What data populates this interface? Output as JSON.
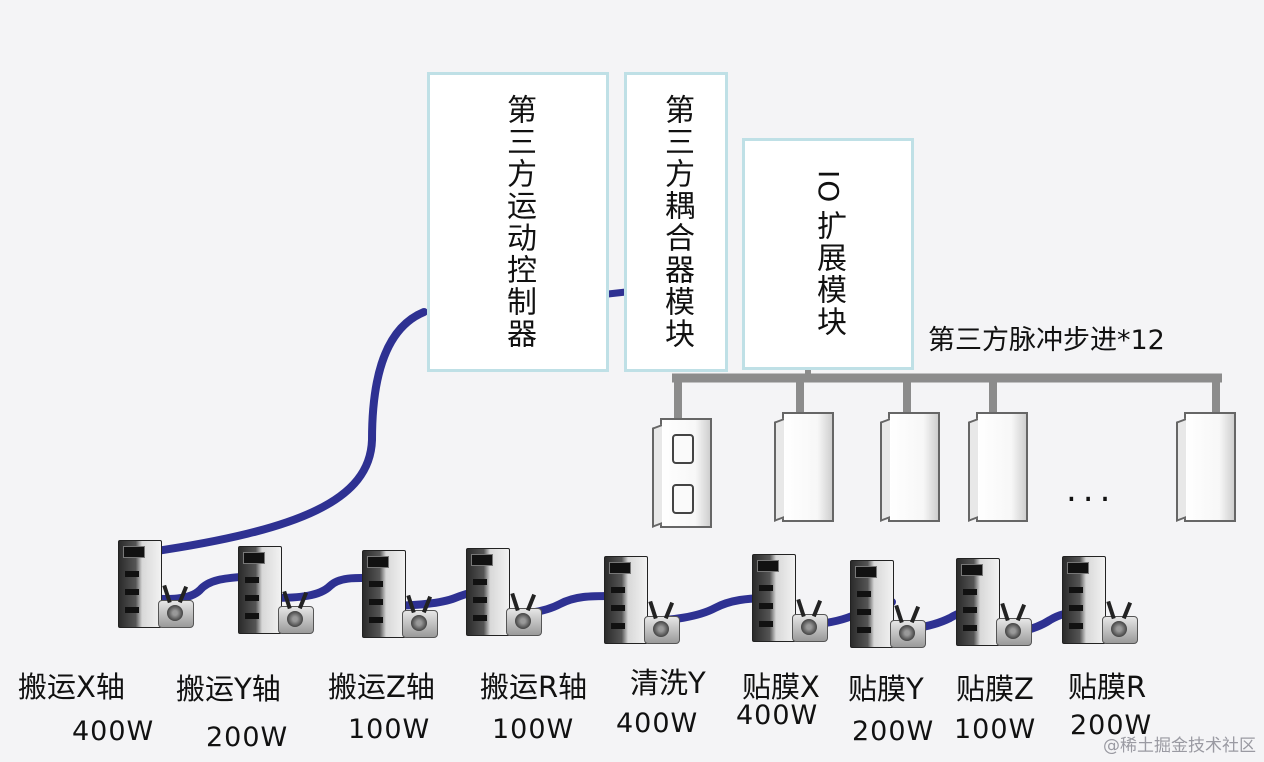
{
  "boxes": {
    "motion_controller": "第三方运动控制器",
    "coupler_module": "第三方耦合器模块",
    "io_module_prefix": "IO",
    "io_module_rest": "扩展模块"
  },
  "stepper_label": "第三方脉冲步进*12",
  "ellipsis": "...",
  "axes": [
    {
      "name": "搬运X轴",
      "power": "400W"
    },
    {
      "name": "搬运Y轴",
      "power": "200W"
    },
    {
      "name": "搬运Z轴",
      "power": "100W"
    },
    {
      "name": "搬运R轴",
      "power": "100W"
    },
    {
      "name": "清洗Y",
      "power": "400W"
    },
    {
      "name": "贴膜X",
      "power": "400W"
    },
    {
      "name": "贴膜Y",
      "power": "200W"
    },
    {
      "name": "贴膜Z",
      "power": "100W"
    },
    {
      "name": "贴膜R",
      "power": "200W"
    }
  ],
  "watermark": "@稀土掘金技术社区",
  "colors": {
    "cable": "#2e3192",
    "box_border": "#bfe0e6",
    "bus": "#8c8c8c"
  }
}
